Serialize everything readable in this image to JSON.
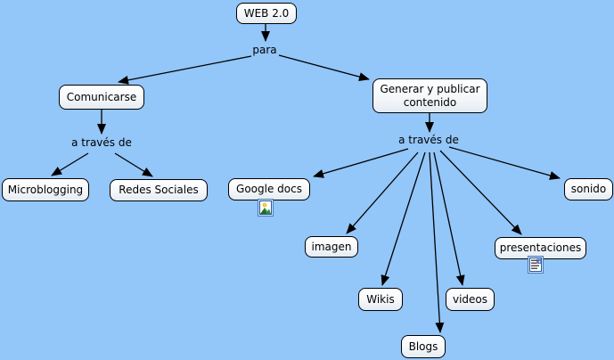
{
  "canvas": {
    "background_color": "#93c6f9",
    "node_fill_top": "#ffffff",
    "node_fill_bottom": "#e4ebf2",
    "node_border_color": "#000000",
    "arrow_color": "#000000",
    "text_color": "#000000"
  },
  "concepts": {
    "web20": {
      "label": "WEB 2.0"
    },
    "comunicarse": {
      "label": "Comunicarse"
    },
    "microblogging": {
      "label": "Microblogging"
    },
    "redes_sociales": {
      "label": "Redes Sociales"
    },
    "generar": {
      "label": "Generar y publicar contenido"
    },
    "google_docs": {
      "label": "Google docs",
      "icon": "image-resource-icon"
    },
    "imagen": {
      "label": "imagen"
    },
    "wikis": {
      "label": "Wikis"
    },
    "videos": {
      "label": "videos"
    },
    "blogs": {
      "label": "Blogs"
    },
    "presentaciones": {
      "label": "presentaciones",
      "icon": "document-resource-icon"
    },
    "sonido": {
      "label": "sonido"
    }
  },
  "linking_phrases": {
    "para": {
      "label": "para"
    },
    "a_traves_de_left": {
      "label": "a través de"
    },
    "a_traves_de_right": {
      "label": "a través de"
    }
  },
  "propositions": [
    {
      "from": "WEB 2.0",
      "via": "para",
      "to": "Comunicarse"
    },
    {
      "from": "WEB 2.0",
      "via": "para",
      "to": "Generar y publicar contenido"
    },
    {
      "from": "Comunicarse",
      "via": "a través de",
      "to": "Microblogging"
    },
    {
      "from": "Comunicarse",
      "via": "a través de",
      "to": "Redes Sociales"
    },
    {
      "from": "Generar y publicar contenido",
      "via": "a través de",
      "to": "Google docs"
    },
    {
      "from": "Generar y publicar contenido",
      "via": "a través de",
      "to": "imagen"
    },
    {
      "from": "Generar y publicar contenido",
      "via": "a través de",
      "to": "Wikis"
    },
    {
      "from": "Generar y publicar contenido",
      "via": "a través de",
      "to": "Blogs"
    },
    {
      "from": "Generar y publicar contenido",
      "via": "a través de",
      "to": "videos"
    },
    {
      "from": "Generar y publicar contenido",
      "via": "a través de",
      "to": "presentaciones"
    },
    {
      "from": "Generar y publicar contenido",
      "via": "a través de",
      "to": "sonido"
    }
  ]
}
